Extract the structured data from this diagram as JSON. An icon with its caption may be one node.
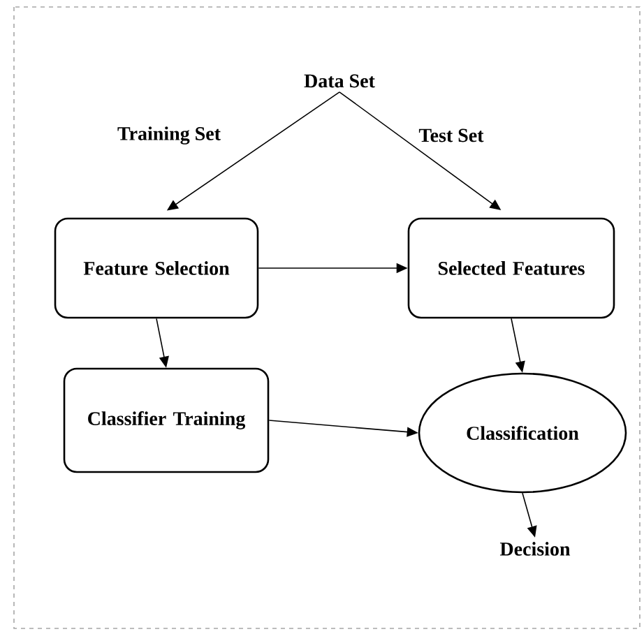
{
  "diagram": {
    "nodes": [
      {
        "text": [
          "Data Set"
        ]
      },
      {
        "text": [
          "Feature Selection"
        ]
      },
      {
        "text": [
          "Selected Features"
        ]
      },
      {
        "text": [
          "Classifier Training"
        ]
      },
      {
        "text": [
          "Classification"
        ]
      },
      {
        "text": [
          "Decision"
        ]
      }
    ],
    "edges": [
      {
        "from": 0,
        "to": 1,
        "arrow": "to",
        "label": "Training Set"
      },
      {
        "from": 0,
        "to": 2,
        "arrow": "to",
        "label": "Test Set"
      },
      {
        "from": 1,
        "to": 2,
        "arrow": "to"
      },
      {
        "from": 1,
        "to": 3,
        "arrow": "to"
      },
      {
        "from": 2,
        "to": 4,
        "arrow": "to"
      },
      {
        "from": 3,
        "to": 4,
        "arrow": "to"
      },
      {
        "from": 4,
        "to": 5,
        "arrow": "to"
      }
    ]
  }
}
